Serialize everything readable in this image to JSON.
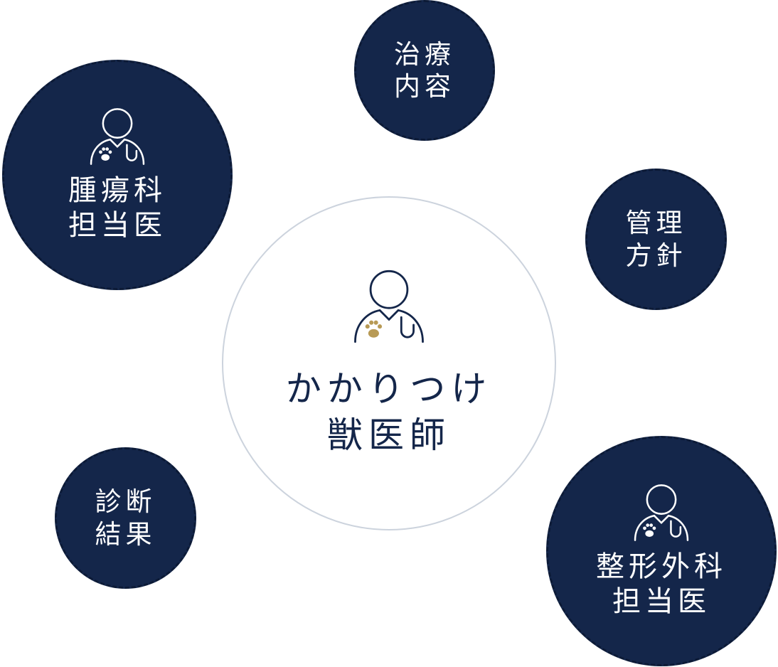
{
  "colors": {
    "navy": "#14264a",
    "ring": "#ccd3dd",
    "paw_gold": "#b89a55",
    "background": "#ffffff"
  },
  "center": {
    "icon": "veterinarian-icon",
    "label": "かかりつけ\n獣医師"
  },
  "nodes": [
    {
      "id": "treatment",
      "label": "治療\n内容"
    },
    {
      "id": "oncology",
      "icon": "veterinarian-icon",
      "label": "腫瘍科\n担当医"
    },
    {
      "id": "management",
      "label": "管理\n方針"
    },
    {
      "id": "diagnosis",
      "label": "診断\n結果"
    },
    {
      "id": "orthopedics",
      "icon": "veterinarian-icon",
      "label": "整形外科\n担当医"
    }
  ]
}
